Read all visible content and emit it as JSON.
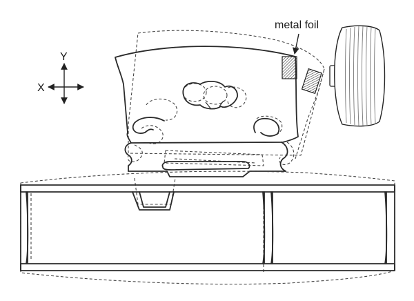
{
  "labels": {
    "metal_foil": "metal foil",
    "axis_y": "Y",
    "axis_x": "X"
  },
  "icons": {
    "axes": "crosshair-arrows-icon",
    "foil_arrow": "arrow-down-icon"
  },
  "colors": {
    "line": "#2a2a2a",
    "foil": "#8a8a8a",
    "background": "#ffffff"
  }
}
